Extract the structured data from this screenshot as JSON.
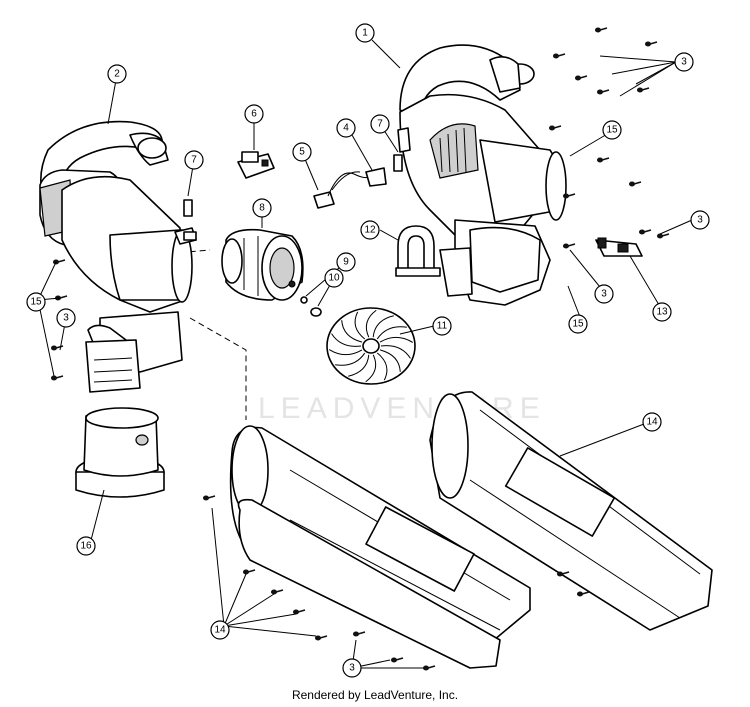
{
  "watermark": "LEADVENTURE",
  "credit": "Rendered by LeadVenture, Inc.",
  "callouts": {
    "n1": "1",
    "n2": "2",
    "n3a": "3",
    "n3b": "3",
    "n3c": "3",
    "n3d": "3",
    "n3e": "3",
    "n5": "5",
    "n6": "6",
    "n7a": "7",
    "n7b": "7",
    "n8": "8",
    "n9": "9",
    "n10": "10",
    "n11": "11",
    "n12": "12",
    "n13": "13",
    "n14a": "14",
    "n14b": "14",
    "n15a": "15",
    "n15b": "15",
    "n15c": "15",
    "n16": "16"
  }
}
